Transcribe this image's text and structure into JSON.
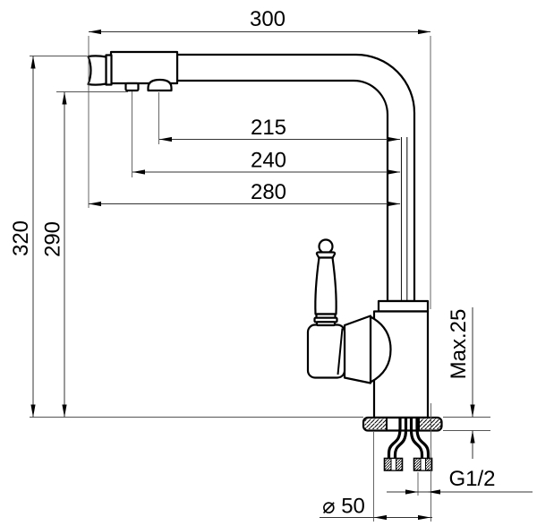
{
  "drawing": {
    "type": "technical-dimension-drawing",
    "subject": "kitchen faucet with filtered water spout, side view",
    "background_color": "#ffffff",
    "outline_color": "#000000",
    "dimension_line_color": "#444444",
    "dimensions": {
      "d300": "300",
      "d215": "215",
      "d240": "240",
      "d280": "280",
      "d320": "320",
      "d290": "290",
      "max25": "Max.25",
      "thread": "G1/2",
      "dia50": "⌀ 50"
    }
  }
}
